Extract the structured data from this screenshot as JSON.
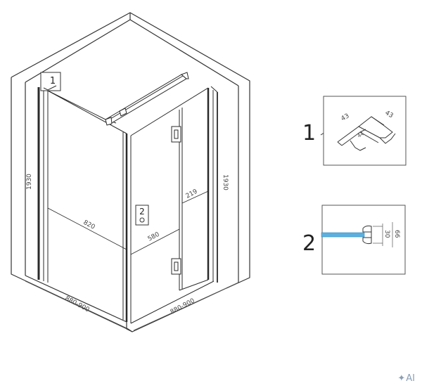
{
  "dimensions": {
    "height_left": "1930",
    "height_right": "1930",
    "door_width": "820",
    "fixed_panel": "580",
    "hinge_panel": "219",
    "base_left": "880-900",
    "base_right": "880-900"
  },
  "callouts": [
    {
      "id": "1"
    },
    {
      "id": "2"
    }
  ],
  "detail_1": {
    "label": "1",
    "dim_a": "43",
    "dim_b": "43",
    "dim_c": "44"
  },
  "detail_2": {
    "label": "2",
    "dim_a": "30",
    "dim_b": "66",
    "glass_color": "#5ab0e0"
  },
  "watermark": {
    "icon": "sparkle-icon",
    "text": "AI"
  }
}
